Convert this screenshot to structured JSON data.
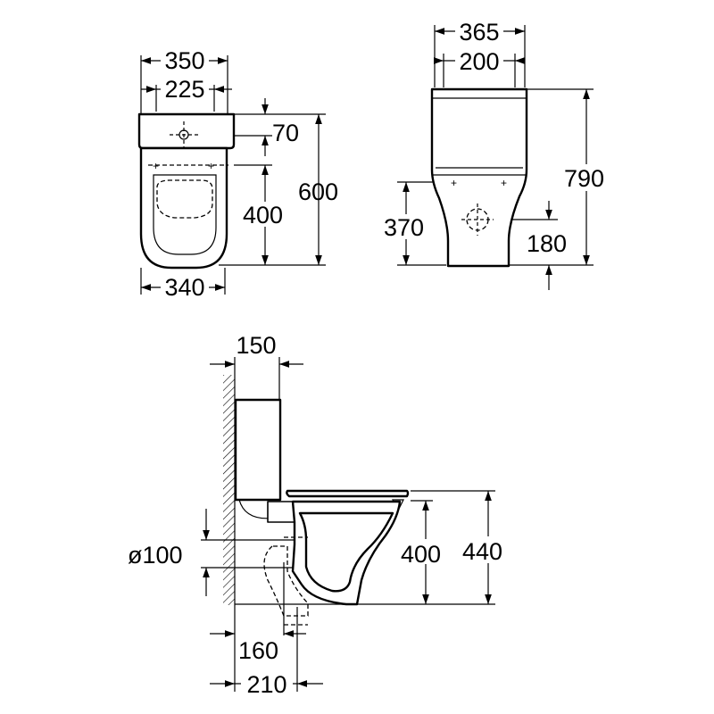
{
  "front_view": {
    "width_top": "350",
    "width_inner": "225",
    "top_offset": "70",
    "height_total": "600",
    "height_lower": "400",
    "width_bottom": "340"
  },
  "side_end_view": {
    "width_outer": "365",
    "width_inner": "200",
    "height_total": "790",
    "height_fix": "370",
    "height_outlet": "180"
  },
  "profile_view": {
    "tank_depth": "150",
    "outlet_diameter": "ø100",
    "seat_height": "400",
    "rim_height": "440",
    "outlet_offset": "160",
    "outlet_offset_outer": "210"
  }
}
